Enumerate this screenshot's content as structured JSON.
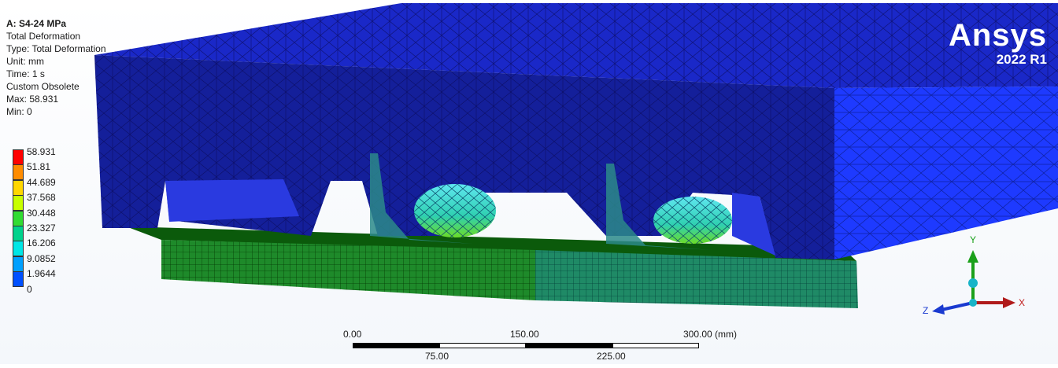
{
  "info": {
    "title": "A: S4-24 MPa",
    "result": "Total Deformation",
    "type": "Type: Total Deformation",
    "unit": "Unit: mm",
    "time": "Time: 1 s",
    "custom": "Custom Obsolete",
    "max": "Max: 58.931",
    "min": "Min: 0"
  },
  "legend": {
    "labels": [
      "58.931",
      "51.81",
      "44.689",
      "37.568",
      "30.448",
      "23.327",
      "16.206",
      "9.0852",
      "1.9644",
      "0"
    ],
    "colors": [
      "#ff0000",
      "#ff8c00",
      "#ffd700",
      "#c8ff00",
      "#32dc32",
      "#00d28c",
      "#00e6e6",
      "#00a0ff",
      "#0050ff",
      "#0000ff"
    ]
  },
  "brand": {
    "name": "Ansys",
    "version": "2022 R1"
  },
  "scale": {
    "top": [
      "0.00",
      "150.00",
      "300.00 (mm)"
    ],
    "bottom": [
      "75.00",
      "225.00"
    ]
  },
  "triad": {
    "x": "X",
    "y": "Y",
    "z": "Z"
  }
}
